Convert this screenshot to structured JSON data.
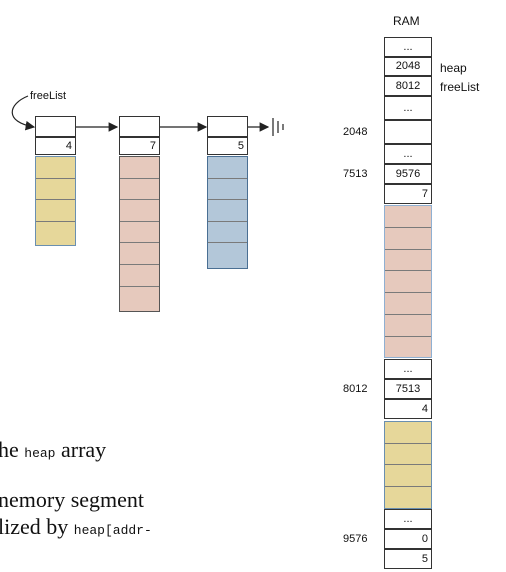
{
  "free_list_label": "freeList",
  "blocks": [
    {
      "size": "4",
      "segments": 4,
      "color": "#e6d79a"
    },
    {
      "size": "7",
      "segments": 7,
      "color": "#e6c9bd"
    },
    {
      "size": "5",
      "segments": 5,
      "color": "#b3c7d9"
    }
  ],
  "ram": {
    "title": "RAM",
    "ellipsis": "...",
    "heap_value": "2048",
    "heap_label": "heap",
    "freelist_value": "8012",
    "freelist_label": "freeList",
    "addr_2048": "2048",
    "addr_7513": "7513",
    "next_9576": "9576",
    "size_7": "7",
    "addr_8012": "8012",
    "next_7513": "7513",
    "size_4": "4",
    "addr_9576": "9576",
    "next_0": "0",
    "size_5": "5"
  },
  "text_fragments": {
    "line1_pre": "he ",
    "line1_code": "heap",
    "line1_post": " array",
    "line2": "nemory segment",
    "line3_pre": "lized by ",
    "line3_code": "heap[addr-"
  }
}
